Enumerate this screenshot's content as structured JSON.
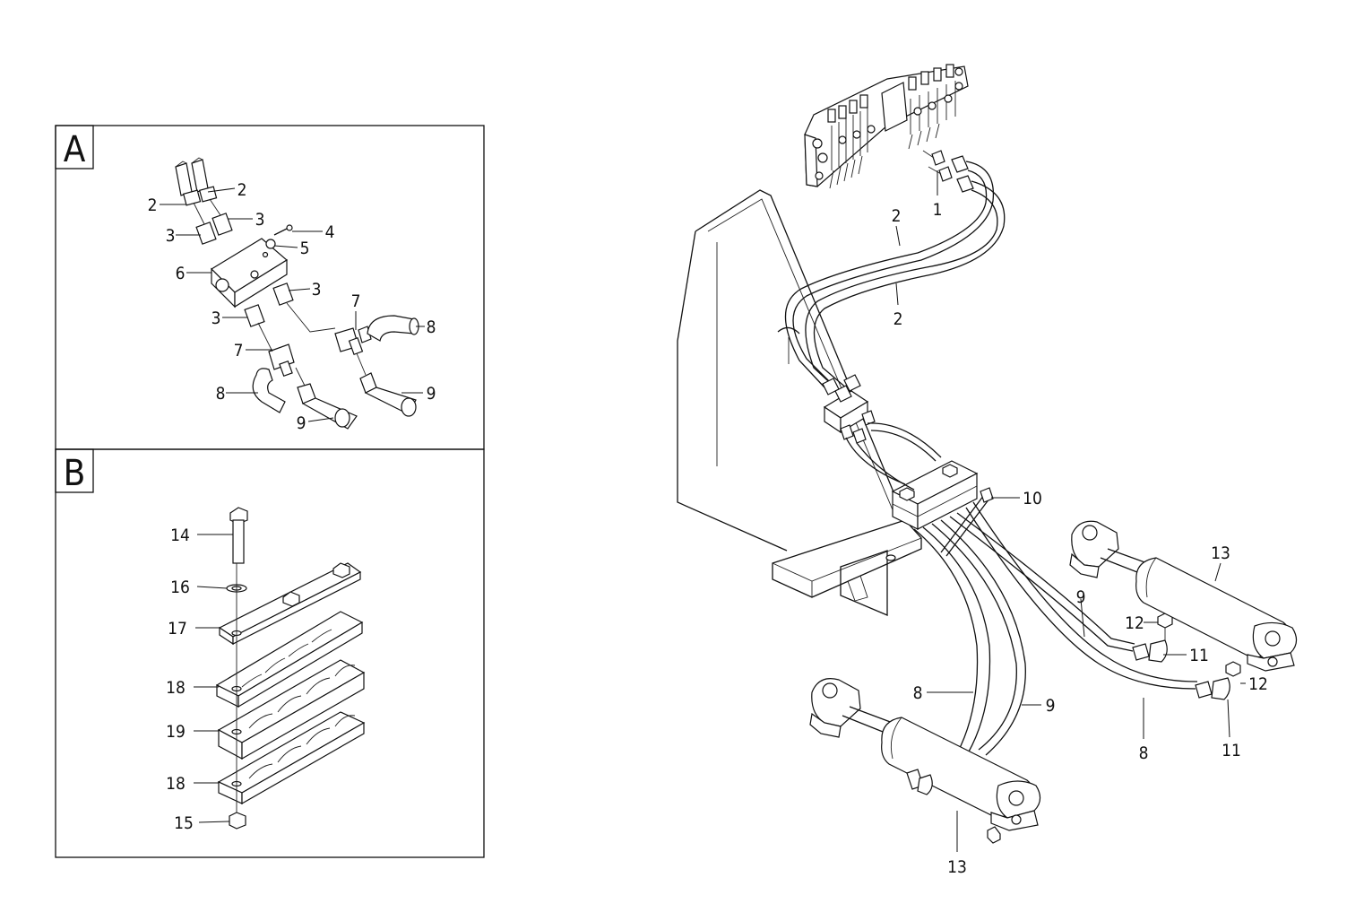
{
  "panels": {
    "a": {
      "letter": "A"
    },
    "b": {
      "letter": "B"
    }
  },
  "callouts": {
    "a": [
      "2",
      "2",
      "3",
      "3",
      "4",
      "5",
      "6",
      "3",
      "3",
      "7",
      "8",
      "7",
      "8",
      "9",
      "9"
    ],
    "b": [
      "14",
      "16",
      "17",
      "18",
      "19",
      "18",
      "15"
    ],
    "main": [
      "1",
      "2",
      "2",
      "10",
      "13",
      "9",
      "12",
      "11",
      "12",
      "8",
      "11",
      "8",
      "9",
      "13"
    ]
  }
}
